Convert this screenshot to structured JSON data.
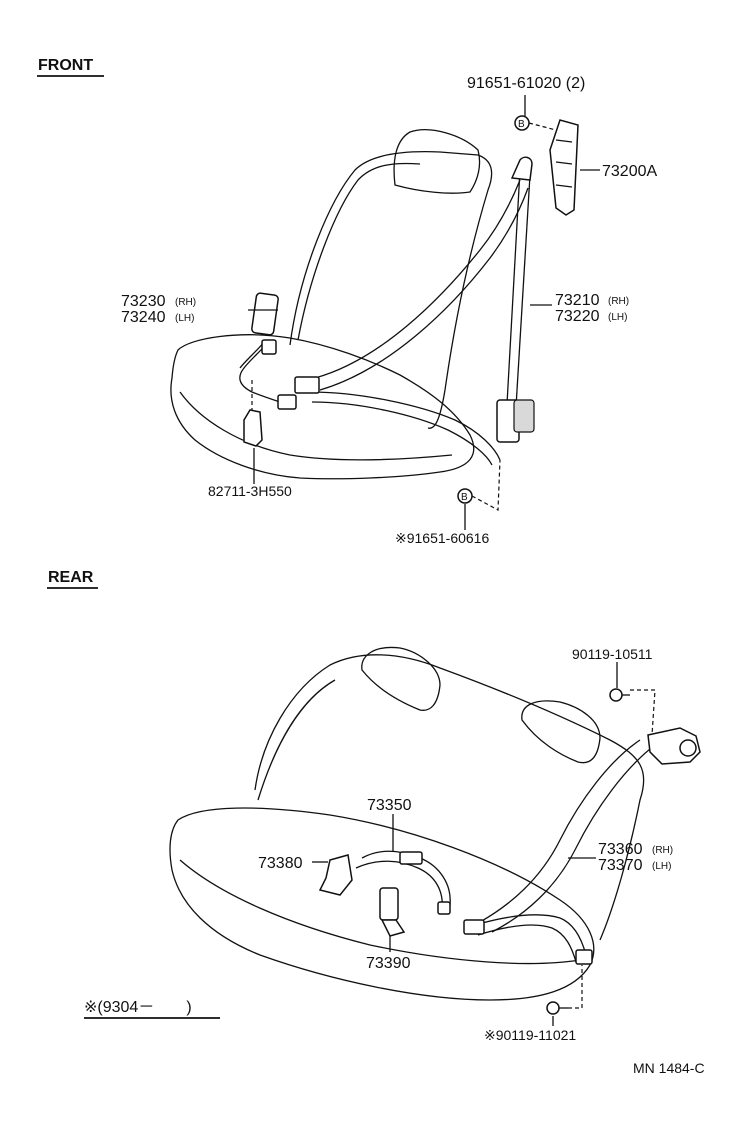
{
  "sections": {
    "front": "FRONT",
    "rear": "REAR"
  },
  "front_labels": {
    "bolt_upper": "91651-61020 (2)",
    "anchor_upper": "73200A",
    "buckle_rh": "73230",
    "buckle_rh_side": "(RH)",
    "buckle_lh": "73240",
    "buckle_lh_side": "(LH)",
    "belt_rh": "73210",
    "belt_rh_side": "(RH)",
    "belt_lh": "73220",
    "belt_lh_side": "(LH)",
    "bracket": "82711-3H550",
    "bolt_lower": "※91651-60616",
    "marker_b1": "B",
    "marker_b2": "B"
  },
  "rear_labels": {
    "bolt_upper": "90119-10511",
    "center_belt": "73350",
    "buckle_left": "73380",
    "outer_rh": "73360",
    "outer_rh_side": "(RH)",
    "outer_lh": "73370",
    "outer_lh_side": "(LH)",
    "buckle_center": "73390",
    "bolt_lower": "※90119-11021"
  },
  "footnote": "※(9304－　　)",
  "drawing_code": "MN  1484-C"
}
